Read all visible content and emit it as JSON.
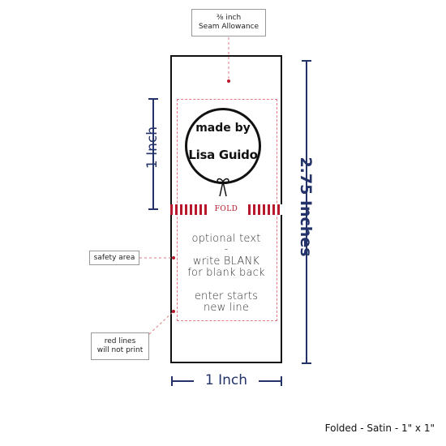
{
  "callouts": {
    "seam_line1": "⅜ inch",
    "seam_line2": "Seam Allowance",
    "safety": "safety area",
    "red_line1": "red lines",
    "red_line2": "will not print"
  },
  "label": {
    "logo_line1": "made by",
    "logo_line2": "Lisa Guido",
    "fold": "FOLD",
    "text1": "optional text",
    "text2": "-",
    "text3": "write BLANK",
    "text4": "for blank back",
    "text5": "enter starts",
    "text6": "new line"
  },
  "dimensions": {
    "height_folded": "1 Inch",
    "height_total": "2.75 Inches",
    "width": "1 Inch"
  },
  "caption": "Folded - Satin - 1\" x 1\"",
  "colors": {
    "dimension": "#23336a",
    "fold_red": "#b8182c",
    "guide_pink": "#e07a85",
    "outline": "#111111"
  }
}
